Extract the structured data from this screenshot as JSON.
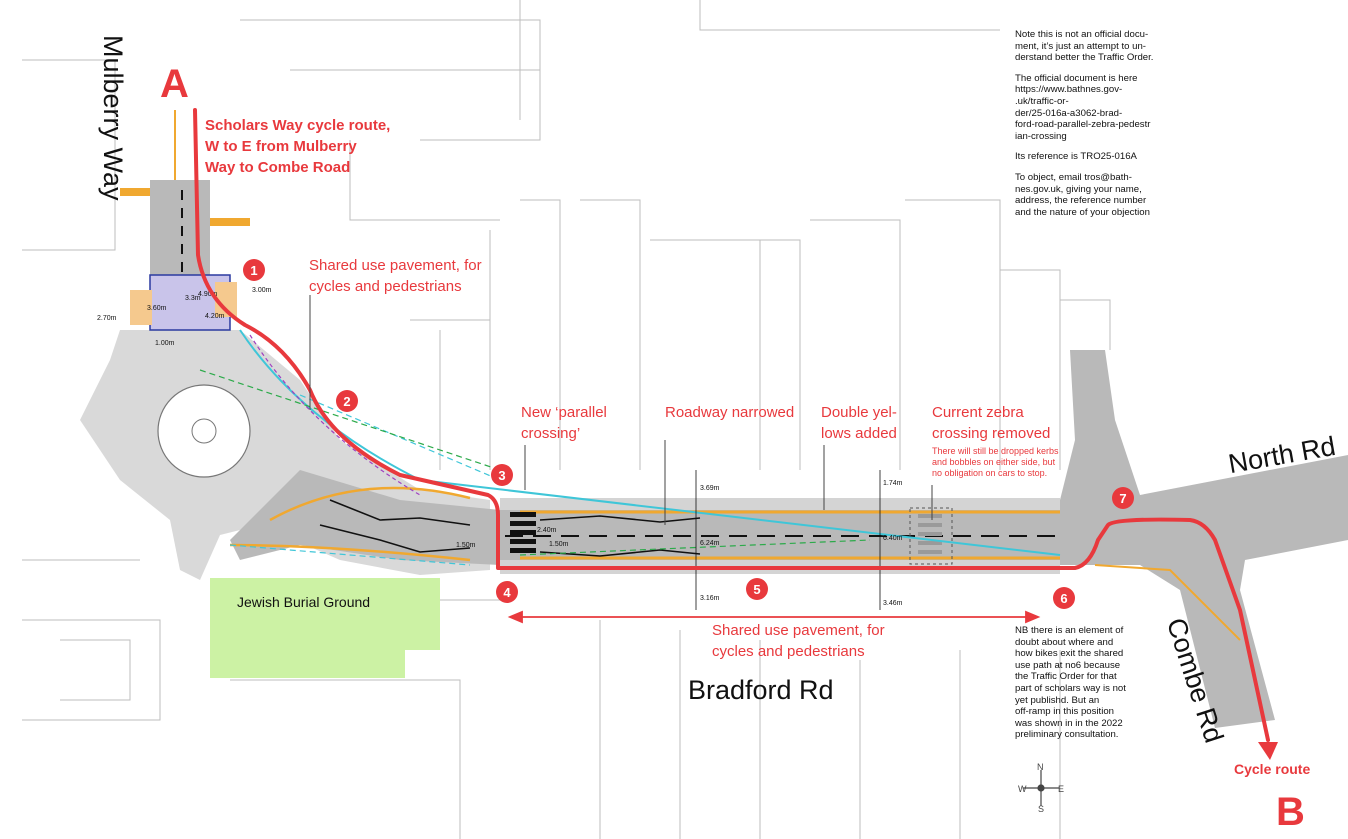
{
  "title_block": {
    "letter_start": "A",
    "letter_end": "B",
    "route_title": [
      "Scholars Way cycle route,",
      "W to E from Mulberry",
      "Way to Combe Road"
    ]
  },
  "roads": {
    "mulberry_way": "Mulberry Way",
    "north_rd": "North Rd",
    "combe_rd": "Combe Rd",
    "bradford_rd": "Bradford Rd"
  },
  "areas": {
    "jewish_burial_ground": "Jewish Burial Ground"
  },
  "annotations": {
    "shared_use_top": [
      "Shared use pavement, for",
      "cycles and pedestrians"
    ],
    "new_parallel_crossing": [
      "New ‘parallel",
      "crossing’"
    ],
    "roadway_narrowed": "Roadway narrowed",
    "double_yellows": [
      "Double yel-",
      "lows added"
    ],
    "current_zebra": [
      "Current zebra",
      "crossing removed"
    ],
    "zebra_note": [
      "There will still be dropped kerbs",
      "and bobbles on either side, but",
      "no obligation on cars to stop."
    ],
    "shared_use_bottom": [
      "Shared use pavement, for",
      "cycles and pedestrians"
    ],
    "cycle_route": "Cycle route"
  },
  "markers": [
    "1",
    "2",
    "3",
    "4",
    "5",
    "6",
    "7"
  ],
  "measurements": [
    "2.70m",
    "3.60m",
    "3.3m",
    "4.90m",
    "4.20m",
    "3.00m",
    "1.00m",
    "1.50m",
    "2.40m",
    "1.50m",
    "6.24m",
    "6.40m",
    "3.69m",
    "3.16m",
    "1.74m",
    "3.46m"
  ],
  "info_note": {
    "p1": [
      "Note this is not an official docu-",
      "ment, it’s just an attempt to un-",
      "derstand better the Traffic Order."
    ],
    "p2": [
      "The official document is here",
      "https://www.bathnes.gov-",
      ".uk/traffic-or-",
      "der/25-016a-a3062-brad-",
      "ford-road-parallel-zebra-pedestr",
      "ian-crossing"
    ],
    "p3": [
      "Its reference is TRO25-016A"
    ],
    "p4": [
      "To object, email tros@bath-",
      "nes.gov.uk, giving your name,",
      "address, the reference number",
      "and the nature of your objection"
    ]
  },
  "nb_note": [
    "NB there is an element of",
    "doubt about where and",
    "how bikes exit the shared",
    "use path at no6 because",
    "the Traffic Order for that",
    "part of scholars way is not",
    "yet publishd. But an",
    "off-ramp in this position",
    "was shown in in the 2022",
    "preliminary consultation."
  ],
  "compass": {
    "n": "N",
    "s": "S",
    "e": "E",
    "w": "W"
  },
  "colors": {
    "route": "#e8393d",
    "road": "#b9b9b9",
    "burial_ground": "#ccf2a4",
    "yellow_line": "#f0a830",
    "cyan": "#3fc6d8"
  }
}
